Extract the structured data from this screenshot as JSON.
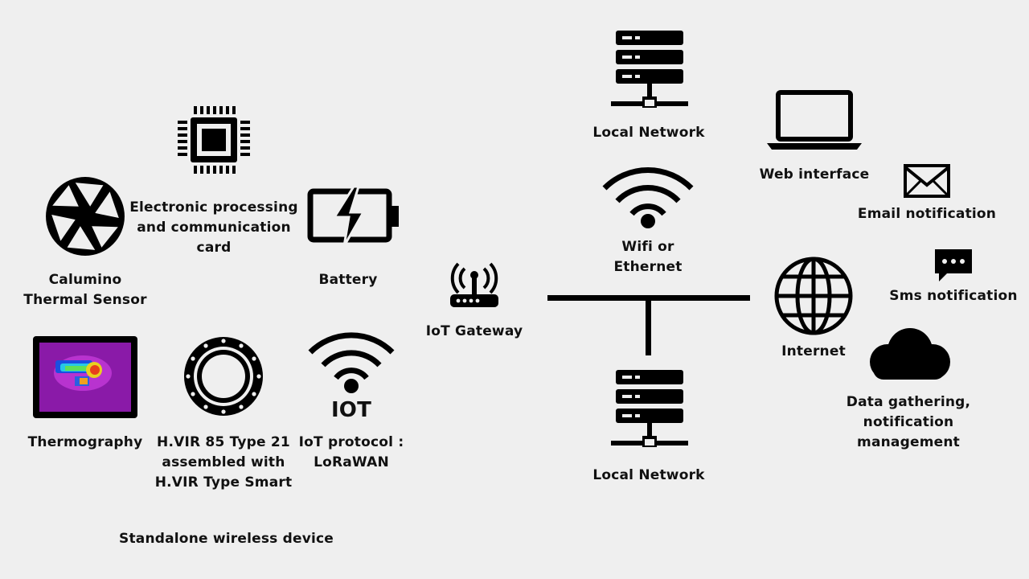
{
  "labels": {
    "thermal_sensor": [
      "Calumino",
      "Thermal Sensor"
    ],
    "processing_card": [
      "Electronic processing",
      "and communication",
      "card"
    ],
    "battery": [
      "Battery"
    ],
    "thermography": [
      "Thermography"
    ],
    "hvir": [
      "H.VIR 85 Type 21",
      "assembled with",
      "H.VIR Type Smart"
    ],
    "iot_protocol": [
      "IoT protocol :",
      "LoRaWAN"
    ],
    "iot_icon_text": "IOT",
    "standalone": "Standalone wireless device",
    "iot_gateway": "IoT Gateway",
    "local_network_top": "Local Network",
    "wifi_ethernet": [
      "Wifi or",
      "Ethernet"
    ],
    "local_network_bottom": "Local Network",
    "web_interface": "Web interface",
    "email_notification": "Email notification",
    "internet": "Internet",
    "sms_notification": "Sms notification",
    "data_gathering": [
      "Data gathering,",
      "notification",
      "management"
    ]
  },
  "icons": {
    "thermal_sensor": "camera-aperture-icon",
    "processing_card": "cpu-chip-icon",
    "battery": "battery-charging-icon",
    "thermography": "thermal-image-icon",
    "hvir": "lens-ring-icon",
    "iot_protocol": "iot-wifi-icon",
    "iot_gateway": "router-icon",
    "local_network": "server-rack-icon",
    "wifi": "wifi-icon",
    "web_interface": "laptop-icon",
    "email": "envelope-icon",
    "internet": "globe-icon",
    "sms": "chat-bubble-icon",
    "cloud": "cloud-icon"
  },
  "colors": {
    "background": "#efefef",
    "icon": "#000000",
    "thermo_bg": "#8a1aa8"
  }
}
